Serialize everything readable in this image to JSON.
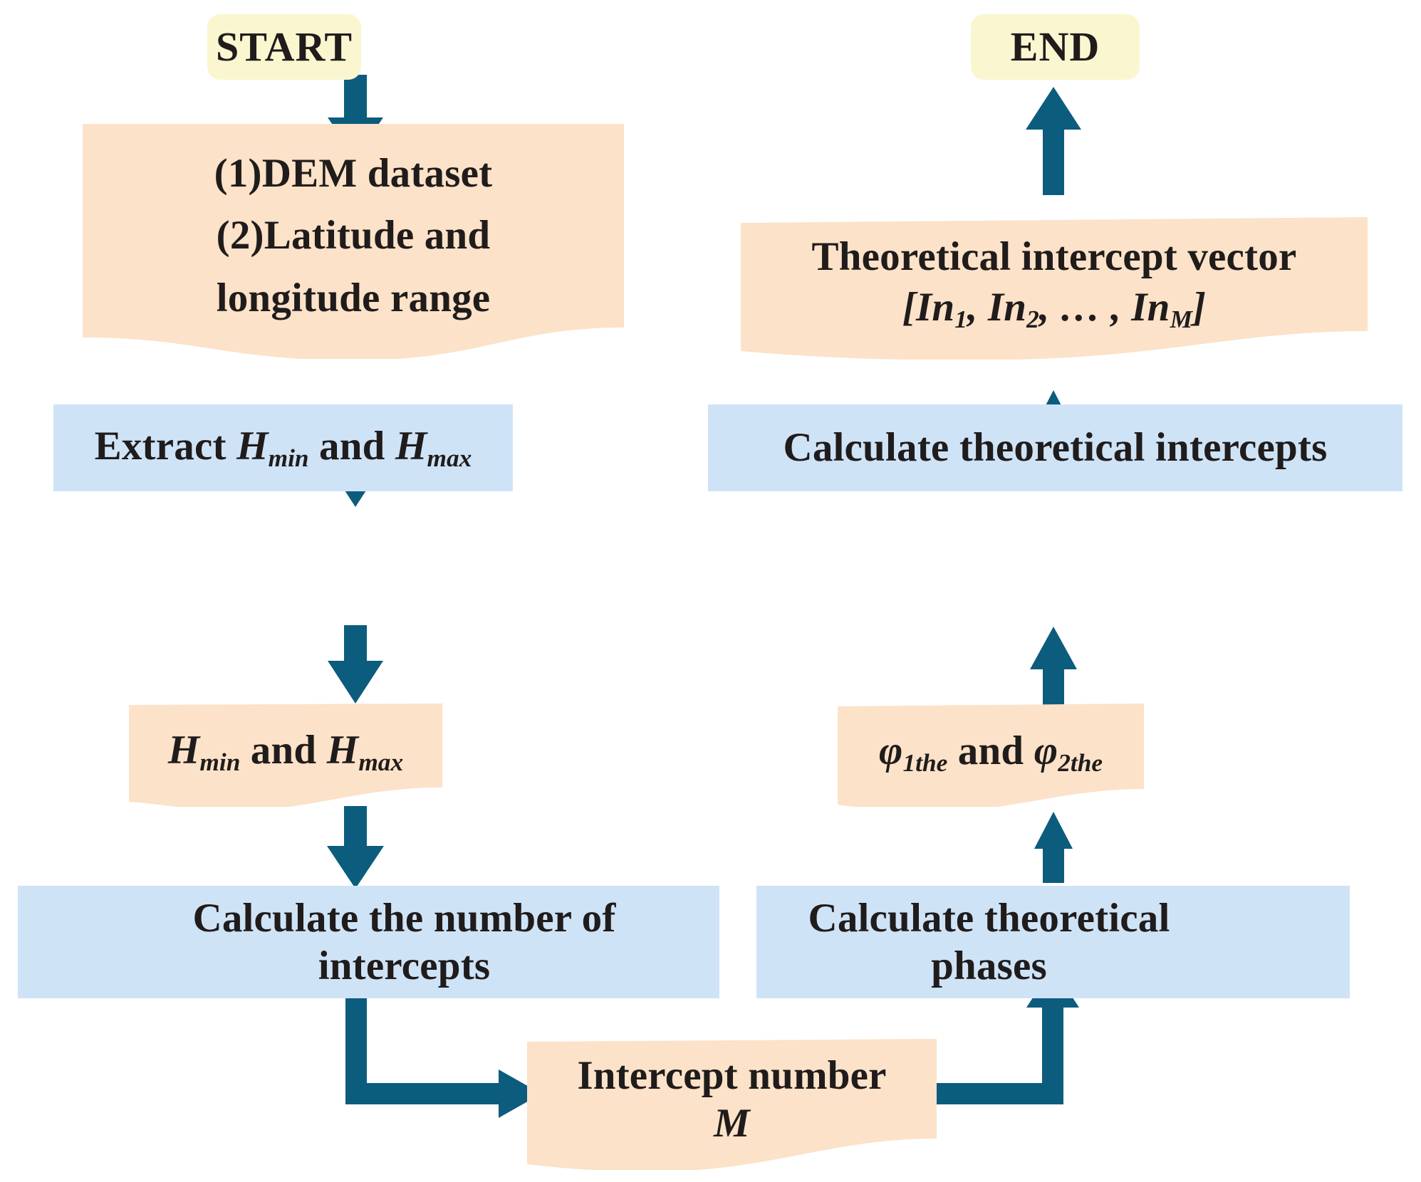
{
  "diagram": {
    "title": "Theoretical intercept calculation flowchart",
    "colors": {
      "terminator_fill": "#faf6cf",
      "process_fill": "#cfe3f7",
      "document_fill": "#fbe2c8",
      "arrow": "#0c5c7e",
      "text": "#201c1c",
      "background": "#ffffff"
    },
    "nodes": [
      {
        "id": "start",
        "type": "terminator",
        "label": "START"
      },
      {
        "id": "end",
        "type": "terminator",
        "label": "END"
      },
      {
        "id": "inputs",
        "type": "document",
        "line1": "(1)DEM dataset",
        "line2": "(2)Latitude and",
        "line3": "longitude range"
      },
      {
        "id": "extract",
        "type": "process",
        "pre": "Extract ",
        "sym1": "H",
        "sub1": "min",
        "mid": " and ",
        "sym2": "H",
        "sub2": "max"
      },
      {
        "id": "hminmax",
        "type": "document",
        "sym1": "H",
        "sub1": "min",
        "mid": " and ",
        "sym2": "H",
        "sub2": "max"
      },
      {
        "id": "countnum",
        "type": "process",
        "line1": "Calculate the number of",
        "line2": "intercepts"
      },
      {
        "id": "interceptnum",
        "type": "document",
        "line1": "Intercept number",
        "line2": "M"
      },
      {
        "id": "calcphases",
        "type": "process",
        "line1": "Calculate theoretical",
        "line2": "phases"
      },
      {
        "id": "phis",
        "type": "document",
        "sym1": "φ",
        "sub1": "1the",
        "mid": " and ",
        "sym2": "φ",
        "sub2": "2the"
      },
      {
        "id": "calcint",
        "type": "process",
        "label": "Calculate theoretical intercepts"
      },
      {
        "id": "vector",
        "type": "document",
        "line1": "Theoretical intercept vector",
        "vec_open": "[",
        "v1": "In",
        "v1s": "1",
        "c1": ", ",
        "v2": "In",
        "v2s": "2",
        "c2": ", … , ",
        "v3": "In",
        "v3s": "M",
        "vec_close": "]"
      }
    ],
    "edges": [
      {
        "from": "start",
        "to": "inputs",
        "style": "straight-down"
      },
      {
        "from": "inputs",
        "to": "extract",
        "style": "straight-down"
      },
      {
        "from": "extract",
        "to": "hminmax",
        "style": "straight-down"
      },
      {
        "from": "hminmax",
        "to": "countnum",
        "style": "straight-down"
      },
      {
        "from": "countnum",
        "to": "interceptnum",
        "style": "elbow-down-right"
      },
      {
        "from": "interceptnum",
        "to": "calcphases",
        "style": "elbow-right-up"
      },
      {
        "from": "calcphases",
        "to": "phis",
        "style": "straight-up"
      },
      {
        "from": "phis",
        "to": "calcint",
        "style": "straight-up"
      },
      {
        "from": "calcint",
        "to": "vector",
        "style": "straight-up"
      },
      {
        "from": "vector",
        "to": "end",
        "style": "straight-up"
      }
    ]
  }
}
